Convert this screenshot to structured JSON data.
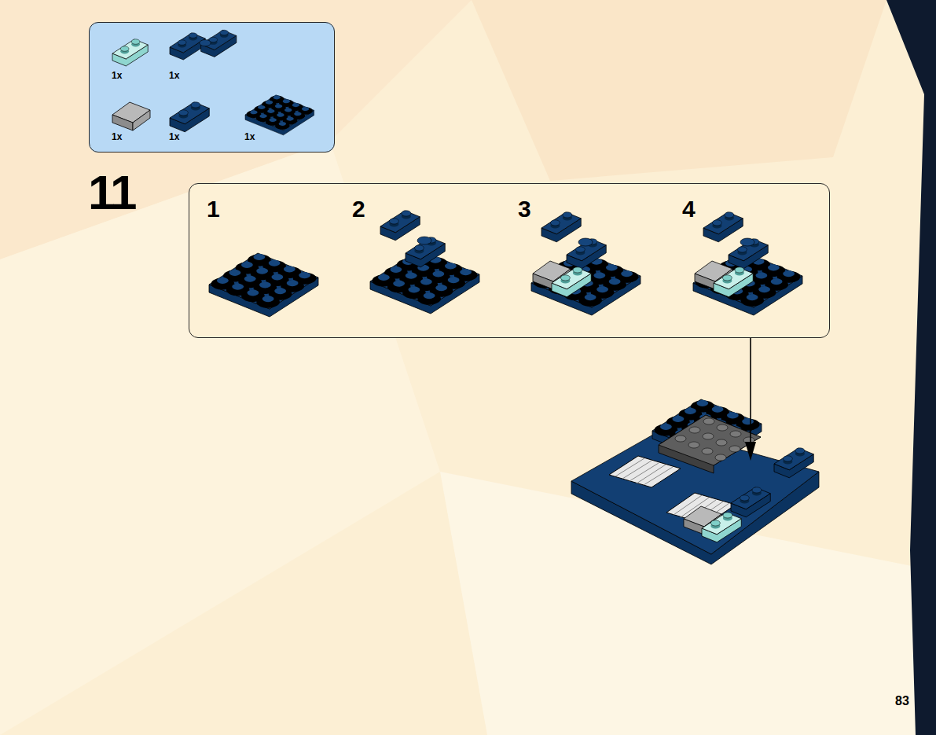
{
  "diagram": {
    "nodes": [
      {
        "text": [
          "1x",
          "1x",
          "1x",
          "1x",
          "1x"
        ]
      },
      {
        "text": [
          "1",
          "2",
          "3",
          "4"
        ]
      }
    ],
    "labels": [
      "11",
      "83"
    ]
  }
}
